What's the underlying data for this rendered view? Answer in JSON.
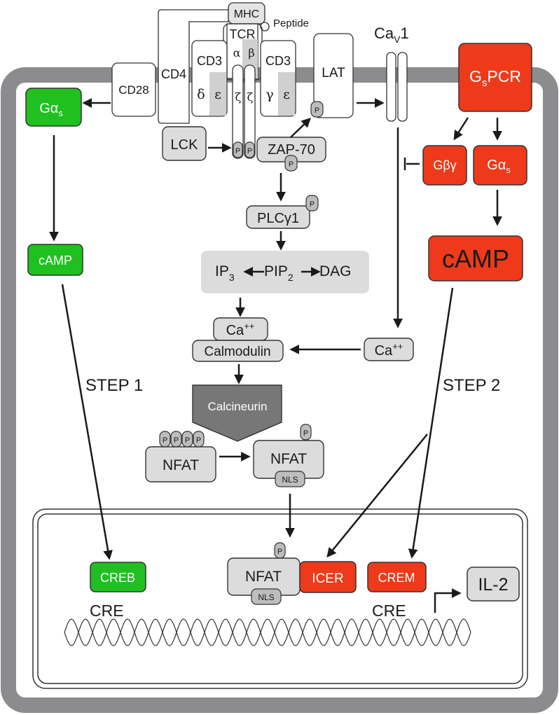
{
  "surface": {
    "mhc": "MHC",
    "peptide": "Peptide",
    "tcr": "TCR",
    "alpha": "α",
    "beta": "β",
    "cd4": "CD4",
    "cd28": "CD28",
    "cd3_left": "CD3",
    "cd3_right": "CD3",
    "delta": "δ",
    "epsilon_left": "ε",
    "gamma": "γ",
    "epsilon_right": "ε",
    "zeta_1": "ζ",
    "zeta_2": "ζ",
    "lat": "LAT",
    "cav1_base": "Ca",
    "cav1_sub": "V",
    "cav1_suffix": "1",
    "gspcr_base": "G",
    "gspcr_sub": "s",
    "gspcr_suffix": "PCR"
  },
  "signaling": {
    "lck": "LCK",
    "zap70": "ZAP-70",
    "plc": "PLCγ1",
    "p": "P",
    "ip3_base": "IP",
    "ip3_sub": "3",
    "pip2_base": "PIP",
    "pip2_sub": "2",
    "dag": "DAG",
    "ca_base": "Ca",
    "ca_sup": "++",
    "calmodulin": "Calmodulin",
    "calcineurin": "Calcineurin",
    "nfat": "NFAT",
    "nls": "NLS",
    "gas_base": "Gα",
    "gas_sub": "s",
    "gbg": "Gβγ",
    "camp": "cAMP"
  },
  "nucleus": {
    "creb": "CREB",
    "icer": "ICER",
    "crem": "CREM",
    "cre_left": "CRE",
    "cre_right": "CRE",
    "il2": "IL-2",
    "nfat": "NFAT",
    "nls": "NLS",
    "p": "P"
  },
  "steps": {
    "step1": "STEP 1",
    "step2": "STEP 2"
  },
  "colors": {
    "membrane": "#8c8c8e",
    "green": "#1fc01f",
    "red": "#ee3a1a",
    "gray_box": "#dcdcdc",
    "dark_gray": "#777777"
  }
}
